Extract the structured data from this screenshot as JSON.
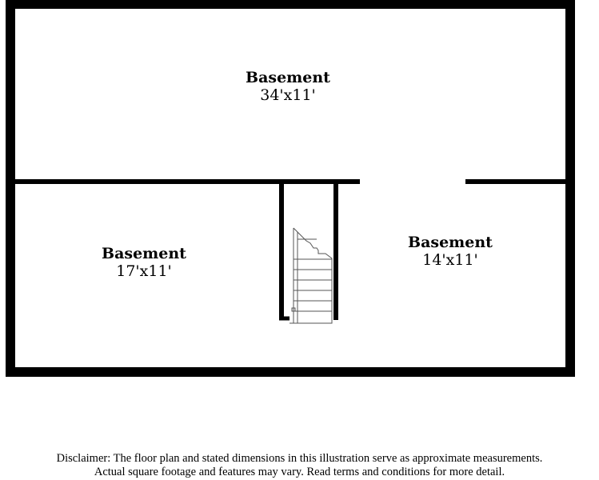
{
  "rooms": [
    {
      "name": "Basement",
      "dimensions": "34'x11'"
    },
    {
      "name": "Basement",
      "dimensions": "17'x11'"
    },
    {
      "name": "Basement",
      "dimensions": "14'x11'"
    }
  ],
  "disclaimer": {
    "line1": "Disclaimer: The floor plan and stated dimensions in this illustration serve as approximate measurements.",
    "line2": "Actual square footage and features may vary. Read terms and conditions for more detail."
  },
  "colors": {
    "wall": "#000000",
    "stair_line": "#555555",
    "background": "#ffffff"
  }
}
